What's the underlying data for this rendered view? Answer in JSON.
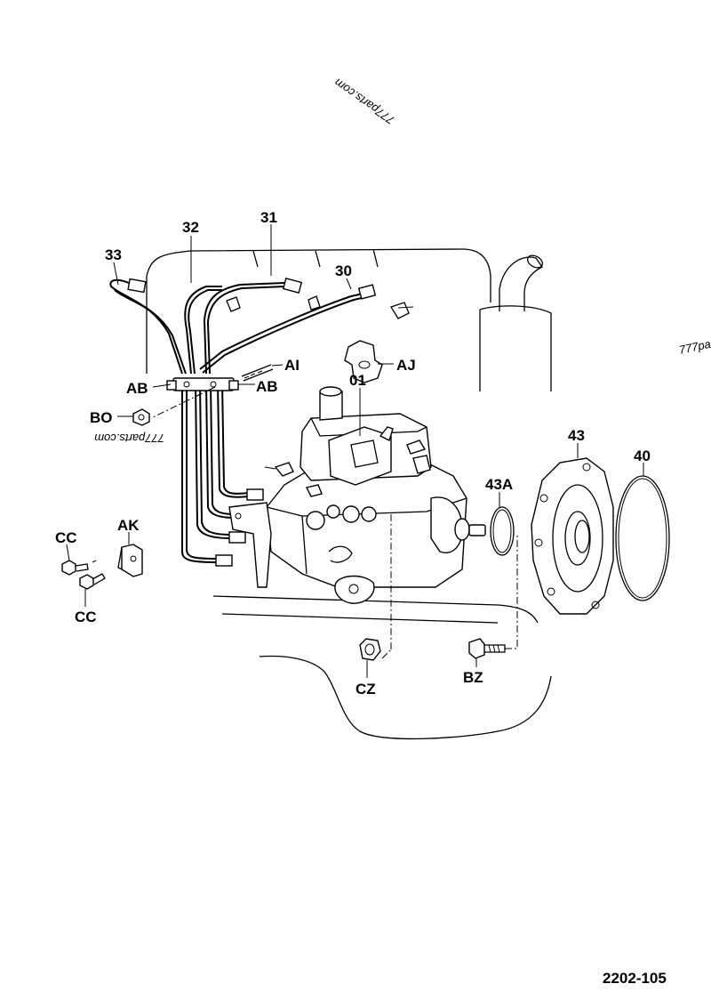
{
  "watermark": {
    "text": "777parts.com"
  },
  "callouts": {
    "c30": "30",
    "c31": "31",
    "c32": "32",
    "c33": "33",
    "cAI": "AI",
    "cAJ": "AJ",
    "cAB_left": "AB",
    "cAB_right": "AB",
    "cBO": "BO",
    "c01": "01",
    "c43": "43",
    "c40": "40",
    "c43A": "43A",
    "cCC_top": "CC",
    "cCC_bottom": "CC",
    "cAK": "AK",
    "cCZ": "CZ",
    "cBZ": "BZ"
  },
  "figure_number": "2202-105"
}
